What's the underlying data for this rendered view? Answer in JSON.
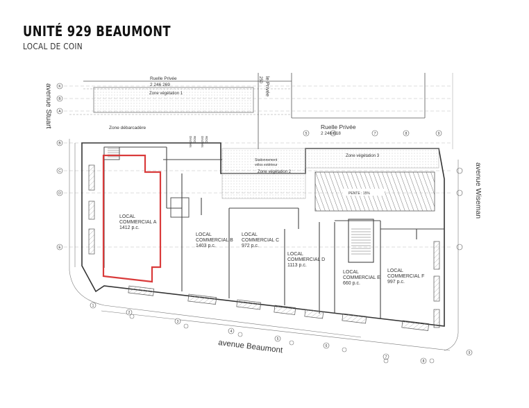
{
  "header": {
    "title": "UNITÉ 929 BEAUMONT",
    "subtitle": "LOCAL DE COIN"
  },
  "colors": {
    "highlight": "#d93a3a",
    "line": "#555555",
    "hatch": "#9a9a9a"
  },
  "streets": {
    "stuart": "avenue Stuart",
    "wiseman": "avenue Wiseman",
    "beaumont": "avenue Beaumont",
    "ruelle_top": "Ruelle Privée",
    "ruelle_top_lot": "2 246 269",
    "ruelle_vertical": "le Privée",
    "ruelle_vertical_lot": "250",
    "ruelle_right": "Ruelle Privée",
    "ruelle_right_lot": "2 246 618"
  },
  "zones": {
    "veg1": "Zone végétation 1",
    "loading": "Zone débarcadère",
    "veg2": "Zone végétation 2",
    "veg3": "Zone végétation 3",
    "bikes_1": "Stationnement",
    "bikes_2": "vélos extérieur",
    "waste_1": "Déchets",
    "waste_2": "RDC",
    "slope": "PENTE : 15%"
  },
  "units": [
    {
      "line1": "LOCAL",
      "line2": "COMMERCIAL A",
      "area": "1412 p.c."
    },
    {
      "line1": "LOCAL",
      "line2": "COMMERCIAL B",
      "area": "1403 p.c."
    },
    {
      "line1": "LOCAL",
      "line2": "COMMERCIAL C",
      "area": "972 p.c."
    },
    {
      "line1": "LOCAL",
      "line2": "COMMERCIAL D",
      "area": "1113 p.c."
    },
    {
      "line1": "LOCAL",
      "line2": "COMMERCIAL E",
      "area": "660 p.c."
    },
    {
      "line1": "LOCAL",
      "line2": "COMMERCIAL F",
      "area": "997 p.c."
    }
  ],
  "grid_letters": [
    "K",
    "B",
    "A",
    "B",
    "C",
    "D",
    "E"
  ],
  "grid_numbers": [
    "1",
    "2",
    "3",
    "4",
    "5",
    "6",
    "7",
    "8",
    "9"
  ]
}
